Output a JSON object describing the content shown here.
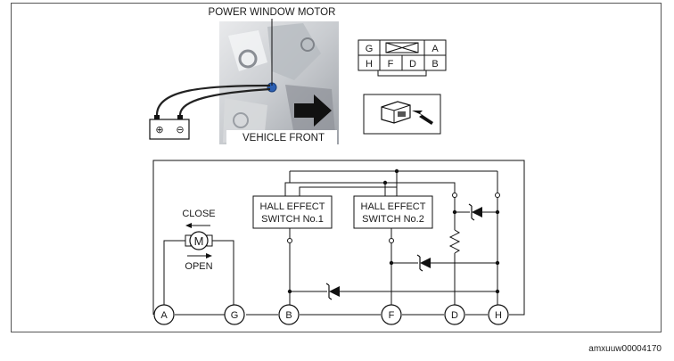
{
  "photo": {
    "motor_label": "POWER WINDOW MOTOR",
    "front_label": "VEHICLE FRONT",
    "battery_pos": "⊕",
    "battery_neg": "⊖"
  },
  "connector": {
    "top_row": [
      "G",
      "",
      "A"
    ],
    "bottom_row": [
      "H",
      "F",
      "D",
      "B"
    ]
  },
  "schematic": {
    "close_label": "CLOSE",
    "open_label": "OPEN",
    "motor_symbol": "M",
    "switch1": [
      "HALL EFFECT",
      "SWITCH No.1"
    ],
    "switch2": [
      "HALL EFFECT",
      "SWITCH No.2"
    ],
    "terminals": [
      "A",
      "G",
      "B",
      "F",
      "D",
      "H"
    ]
  },
  "footer": {
    "code": "amxuuw00004170"
  }
}
